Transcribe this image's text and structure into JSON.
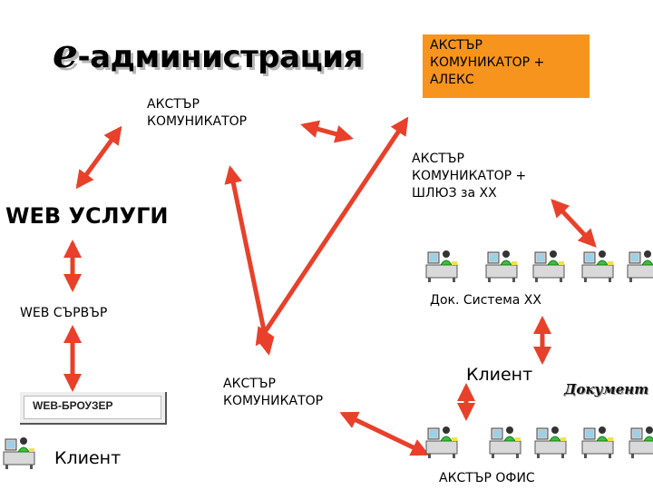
{
  "title": {
    "prefix": "e",
    "rest": "-администрация"
  },
  "nodes": {
    "actor_alex": "АКСТЪР\nКОМУНИКАТОР +\nАЛЕКС",
    "actor_top": "АКСТЪР\nКОМУНИКАТОР",
    "actor_gateway": "АКСТЪР\nКОМУНИКАТОР +\nШЛЮЗ за ХХ",
    "web_services": "WEB УСЛУГИ",
    "web_server": "WEB СЪРВЪР",
    "doc_system": "Док. Система ХХ",
    "actor_bottom": "АКСТЪР\nКОМУНИКАТОР",
    "client_right": "Клиент",
    "document": "Документ",
    "browser": "WEB-БРОУЗЕР",
    "client_left": "Клиент",
    "office": "АКСТЪР ОФИС"
  },
  "colors": {
    "accent": "#f7941d",
    "arrow": "#e8402a",
    "title_shadow": "#b8b8b8"
  },
  "icons": {
    "workstation": "workstation-icon"
  }
}
